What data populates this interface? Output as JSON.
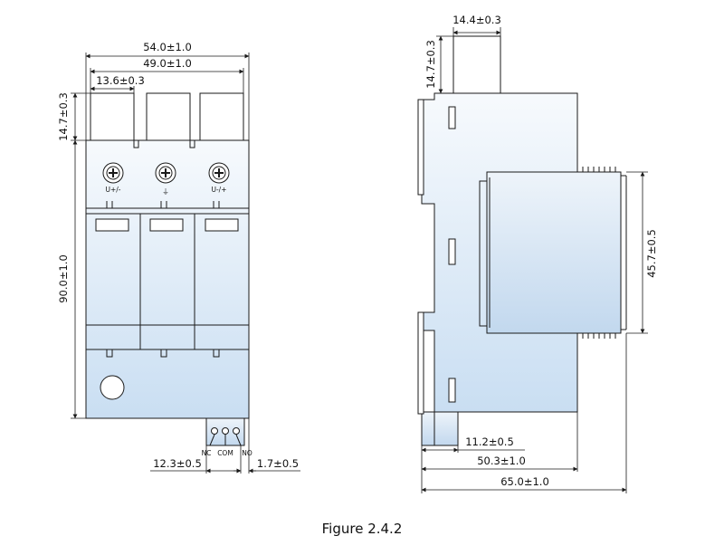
{
  "caption": "Figure 2.4.2",
  "front_view": {
    "dimensions": {
      "overall_width": "54.0±1.0",
      "pitch_width": "49.0±1.0",
      "module_width": "13.6±0.3",
      "top_height": "14.7±0.3",
      "body_height": "90.0±1.0",
      "nc_com": "12.3±0.5",
      "com_no": "1.7±0.5"
    },
    "terminal_labels": [
      "U+/-",
      "⏚",
      "U-/+"
    ],
    "remote_contact_labels": [
      "NC",
      "COM",
      "NO"
    ]
  },
  "side_view": {
    "dimensions": {
      "top_width": "14.4±0.3",
      "top_height": "14.7±0.3",
      "window_height": "45.7±0.5",
      "rail_offset": "11.2±0.5",
      "depth_to_front": "50.3±1.0",
      "total_depth": "65.0±1.0"
    }
  },
  "colors": {
    "line": "#1a1a1a",
    "fill_top": "#f7fafd",
    "fill_bottom": "#c9def2"
  }
}
